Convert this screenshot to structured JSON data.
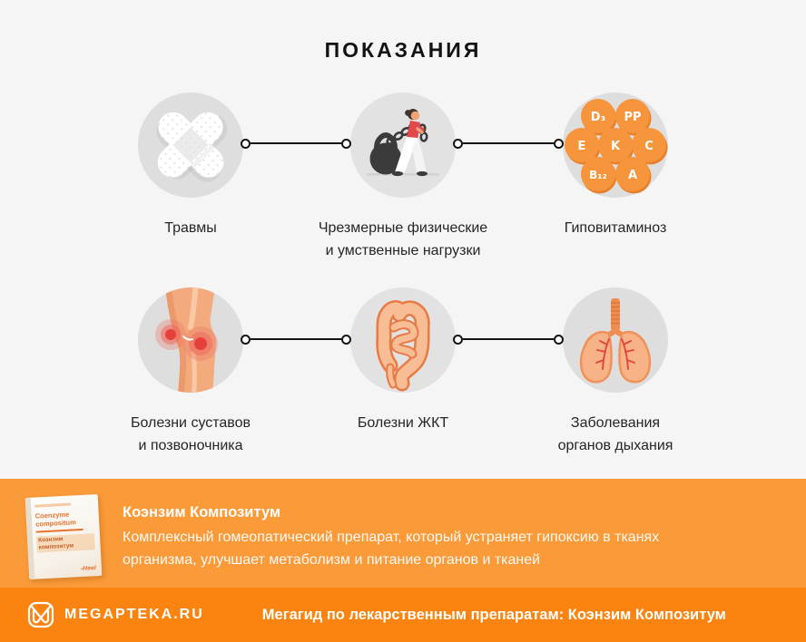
{
  "title": "ПОКАЗАНИЯ",
  "indications": [
    {
      "id": "injuries",
      "icon": "bandage-icon",
      "label": "Травмы"
    },
    {
      "id": "overload",
      "icon": "overload-icon",
      "label": "Чрезмерные физические\nи умственные нагрузки"
    },
    {
      "id": "hypovitaminosis",
      "icon": "vitamins-icon",
      "label": "Гиповитаминоз"
    },
    {
      "id": "joints-spine",
      "icon": "knee-icon",
      "label": "Болезни суставов\nи позвоночника"
    },
    {
      "id": "gastro",
      "icon": "intestines-icon",
      "label": "Болезни ЖКТ"
    },
    {
      "id": "respiratory",
      "icon": "lungs-icon",
      "label": "Заболевания\nорганов дыхания"
    }
  ],
  "vitamins": [
    "D₃",
    "PP",
    "E",
    "K",
    "C",
    "B₁₂",
    "A"
  ],
  "product": {
    "name": "Коэнзим Композитум",
    "description": "Комплексный гомеопатический препарат, который устраняет гипоксию в тканях организма, улучшает метаболизм и питание органов и тканей",
    "box": {
      "latin_name": "Coenzyme compositum",
      "ru_name": "Коэнзим композитум",
      "brand": "-Heel"
    }
  },
  "footer": {
    "brand": "MEGAPTEKA.RU",
    "caption": "Мегагид по лекарственным препаратам: Коэнзим Композитум"
  },
  "colors": {
    "background": "#F5F5F6",
    "icon_circle": "#DEDEDE",
    "accent_band": "#FB9A38",
    "footer_band": "#FB830F",
    "vitamin_bubble": "#F6953C",
    "vitamin_bubble_rim": "#E8802B",
    "pain_red": "#E5413B",
    "connector": "#151515",
    "text_dark": "#262626",
    "text_light": "#FFFFFF"
  }
}
